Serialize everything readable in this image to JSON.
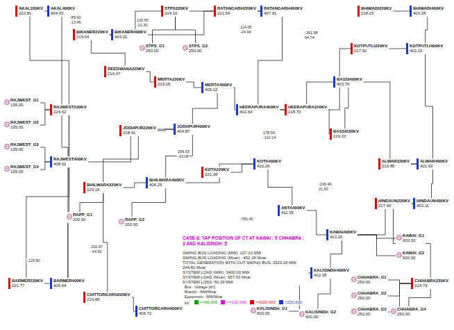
{
  "diagram": {
    "nodes": [
      {
        "text": [
          "AKAL220KV",
          "222.81"
        ]
      },
      {
        "text": [
          "AKAL400KV",
          "404.33"
        ]
      },
      {
        "text": [
          "BIKANER220KV",
          "219.64"
        ]
      },
      {
        "text": [
          "BIKANER400KV",
          "403.02"
        ]
      },
      {
        "text": [
          "STPS220KV",
          "224.10"
        ]
      },
      {
        "text": [
          "STPS_G1",
          "250.00"
        ]
      },
      {
        "text": [
          "STPS_G2",
          "250.00"
        ]
      },
      {
        "text": [
          "RATANGARH220KV",
          "221.54"
        ]
      },
      {
        "text": [
          "RATANGARH400KV",
          "407.91"
        ]
      },
      {
        "text": [
          "BHIWADI220KV",
          "218.23"
        ]
      },
      {
        "text": [
          "BHIWADI400KV",
          "403.28"
        ]
      },
      {
        "text": [
          "DEEDWANA220KV",
          "216.47"
        ]
      },
      {
        "text": [
          "MERTA220KV",
          "219.05"
        ]
      },
      {
        "text": [
          "MERTA400KV",
          "405.12"
        ]
      },
      {
        "text": [
          "HEERAPURA400KV",
          "402.64"
        ]
      },
      {
        "text": [
          "HEERAPURA220KV",
          "218.70"
        ]
      },
      {
        "text": [
          "KOTPUTLI220KV",
          "217.92"
        ]
      },
      {
        "text": [
          "KOTPUTLI400KV",
          "402.15"
        ]
      },
      {
        "text": [
          "BASSI400KV",
          "403.76"
        ]
      },
      {
        "text": [
          "BASSI220KV",
          "219.33"
        ]
      },
      {
        "text": [
          "RAJWEST_G1",
          "135.00"
        ]
      },
      {
        "text": [
          "RAJWEST_G2",
          "135.00"
        ]
      },
      {
        "text": [
          "RAJWEST_G3",
          "135.00"
        ]
      },
      {
        "text": [
          "RAJWEST_G4",
          "135.00"
        ]
      },
      {
        "text": [
          "RAJWEST220KV",
          "224.62"
        ]
      },
      {
        "text": [
          "RAJWEST400KV",
          "408.02"
        ]
      },
      {
        "text": [
          "JODHPUR220KV",
          "218.41"
        ]
      },
      {
        "text": [
          "JODHPUR400KV",
          "404.87"
        ]
      },
      {
        "text": [
          "BHILWARA220KV",
          "220.16"
        ]
      },
      {
        "text": [
          "BHILWARA400KV",
          "406.29"
        ]
      },
      {
        "text": [
          "RAPP_G1",
          "200.00"
        ]
      },
      {
        "text": [
          "RAPP_G2",
          "200.00"
        ]
      },
      {
        "text": [
          "KOTA220KV",
          "221.08"
        ]
      },
      {
        "text": [
          "KOTA400KV",
          "410.26"
        ]
      },
      {
        "text": [
          "ALWAR220KV",
          "216.85"
        ]
      },
      {
        "text": [
          "ALWAR400KV",
          "401.93"
        ]
      },
      {
        "text": [
          "HINDAUN220KV",
          "217.40"
        ]
      },
      {
        "text": [
          "HINDAUN400KV",
          "403.11"
        ]
      },
      {
        "text": [
          "BARMER220KV",
          "221.77"
        ]
      },
      {
        "text": [
          "BARMER400KV",
          "405.64"
        ]
      },
      {
        "text": [
          "CHITTORGARH220KV",
          "219.88"
        ]
      },
      {
        "text": [
          "CHITTORGARH400KV",
          "406.72"
        ]
      },
      {
        "text": [
          "ANTA400KV",
          "411.35"
        ]
      },
      {
        "text": [
          "KAWAI400KV",
          "413.26"
        ]
      },
      {
        "text": [
          "KAWAI_G1",
          "600.00"
        ]
      },
      {
        "text": [
          "KAWAI_G2",
          "600.00"
        ]
      },
      {
        "text": [
          "KALISINDH400KV",
          "412.08"
        ]
      },
      {
        "text": [
          "KALISINDH_G1",
          "600.00"
        ]
      },
      {
        "text": [
          "KALISINDH_G2",
          "600.00"
        ]
      },
      {
        "text": [
          "CHHABRA_G1",
          "250.00"
        ]
      },
      {
        "text": [
          "CHHABRA_G2",
          "250.00"
        ]
      },
      {
        "text": [
          "CHHABRA_G3",
          "250.00"
        ]
      },
      {
        "text": [
          "CHHABRA_G4",
          "250.00"
        ]
      },
      {
        "text": [
          "CHHABRA220KV",
          "224.79"
        ]
      },
      {
        "text": [
          "CASE-8: TAP POSITION OF CT AT KAWAI : 5 CHHABRA : 3 AND KALISINDH :5"
        ]
      },
      {
        "text": [
          "SWING BUS LOADING (MW): 227.10 MW",
          "SWING BUS LOADING (Mvar): -452.18 Mvar",
          "TOTAL GENERATION WITH OUT SWING BUS: 3323.00 MW 244.81 Mvar",
          "SYSTEM LOAD (MW): 3400.00 MW",
          "SYSTEM LOAD (Mvar): 957.53 Mvar",
          "SYSTEM LOSS: 50.29 MW"
        ]
      }
    ],
    "edges": [
      {
        "from": 0,
        "to": 1,
        "arrow": "none"
      },
      {
        "from": 1,
        "to": 39,
        "arrow": "none"
      },
      {
        "from": 0,
        "to": 24,
        "arrow": "none"
      },
      {
        "from": 2,
        "to": 3,
        "arrow": "none"
      },
      {
        "from": 2,
        "to": 4,
        "arrow": "none"
      },
      {
        "from": 4,
        "to": 5,
        "arrow": "none"
      },
      {
        "from": 4,
        "to": 6,
        "arrow": "none"
      },
      {
        "from": 4,
        "to": 7,
        "arrow": "none"
      },
      {
        "from": 7,
        "to": 8,
        "arrow": "none"
      },
      {
        "from": 8,
        "to": 14,
        "arrow": "none"
      },
      {
        "from": 3,
        "to": 8,
        "arrow": "none"
      },
      {
        "from": 11,
        "to": 12,
        "arrow": "none"
      },
      {
        "from": 11,
        "to": 2,
        "arrow": "none"
      },
      {
        "from": 12,
        "to": 13,
        "arrow": "none"
      },
      {
        "from": 13,
        "to": 27,
        "arrow": "none"
      },
      {
        "from": 26,
        "to": 27,
        "arrow": "none"
      },
      {
        "from": 20,
        "to": 24,
        "arrow": "none"
      },
      {
        "from": 21,
        "to": 24,
        "arrow": "none"
      },
      {
        "from": 22,
        "to": 25,
        "arrow": "none"
      },
      {
        "from": 23,
        "to": 25,
        "arrow": "none"
      },
      {
        "from": 24,
        "to": 25,
        "arrow": "none"
      },
      {
        "from": 25,
        "to": 27,
        "arrow": "none"
      },
      {
        "from": 25,
        "to": 39,
        "arrow": "none"
      },
      {
        "from": 38,
        "to": 39,
        "arrow": "none"
      },
      {
        "from": 24,
        "to": 38,
        "arrow": "none"
      },
      {
        "from": 26,
        "to": 28,
        "arrow": "none"
      },
      {
        "from": 27,
        "to": 29,
        "arrow": "none"
      },
      {
        "from": 28,
        "to": 29,
        "arrow": "none"
      },
      {
        "from": 28,
        "to": 30,
        "arrow": "none"
      },
      {
        "from": 29,
        "to": 31,
        "arrow": "none"
      },
      {
        "from": 28,
        "to": 40,
        "arrow": "none"
      },
      {
        "from": 40,
        "to": 41,
        "arrow": "none"
      },
      {
        "from": 29,
        "to": 33,
        "arrow": "none"
      },
      {
        "from": 32,
        "to": 33,
        "arrow": "none"
      },
      {
        "from": 13,
        "to": 14,
        "arrow": "none"
      },
      {
        "from": 14,
        "to": 15,
        "arrow": "none"
      },
      {
        "from": 14,
        "to": 18,
        "arrow": "none"
      },
      {
        "from": 15,
        "to": 19,
        "arrow": "none"
      },
      {
        "from": 18,
        "to": 19,
        "arrow": "none"
      },
      {
        "from": 9,
        "to": 10,
        "arrow": "none"
      },
      {
        "from": 10,
        "to": 17,
        "arrow": "none"
      },
      {
        "from": 16,
        "to": 17,
        "arrow": "none"
      },
      {
        "from": 15,
        "to": 16,
        "arrow": "none"
      },
      {
        "from": 17,
        "to": 35,
        "arrow": "none"
      },
      {
        "from": 34,
        "to": 35,
        "arrow": "none"
      },
      {
        "from": 35,
        "to": 37,
        "arrow": "none"
      },
      {
        "from": 36,
        "to": 37,
        "arrow": "none"
      },
      {
        "from": 18,
        "to": 35,
        "arrow": "none"
      },
      {
        "from": 33,
        "to": 42,
        "arrow": "none"
      },
      {
        "from": 42,
        "to": 43,
        "arrow": "none"
      },
      {
        "from": 43,
        "to": 44,
        "arrow": "none"
      },
      {
        "from": 43,
        "to": 45,
        "arrow": "none"
      },
      {
        "from": 43,
        "to": 46,
        "arrow": "none"
      },
      {
        "from": 46,
        "to": 47,
        "arrow": "none"
      },
      {
        "from": 46,
        "to": 48,
        "arrow": "none"
      },
      {
        "from": 43,
        "to": 37,
        "arrow": "none"
      },
      {
        "from": 49,
        "to": 53,
        "arrow": "none"
      },
      {
        "from": 50,
        "to": 53,
        "arrow": "none"
      },
      {
        "from": 51,
        "to": 53,
        "arrow": "none"
      },
      {
        "from": 52,
        "to": 53,
        "arrow": "none"
      },
      {
        "from": 36,
        "to": 53,
        "arrow": "none"
      }
    ],
    "labels": [
      "-85.60",
      "-13.45",
      "126.50",
      "-21.30",
      "114.05",
      "-24.94",
      "-391.98",
      "54.74",
      "178.59",
      "-110.14",
      "299.63",
      "-33.08",
      "-236.46",
      "21.50",
      "-781.40",
      "210.97",
      "-44.60",
      "-125.80",
      "Bus - Voltage (kV)",
      "Branch - MW/Mvar",
      "Equipment - MW/Mvar",
      "kV:"
    ],
    "legend": [
      {
        "text": "<=66.000",
        "color": "#00a000"
      },
      {
        "text": "<=132.000",
        "color": "#e000e0"
      },
      {
        "text": "<=220.000",
        "color": "#d40000"
      },
      {
        "text": ">220.000",
        "color": "#1838c8"
      }
    ]
  }
}
